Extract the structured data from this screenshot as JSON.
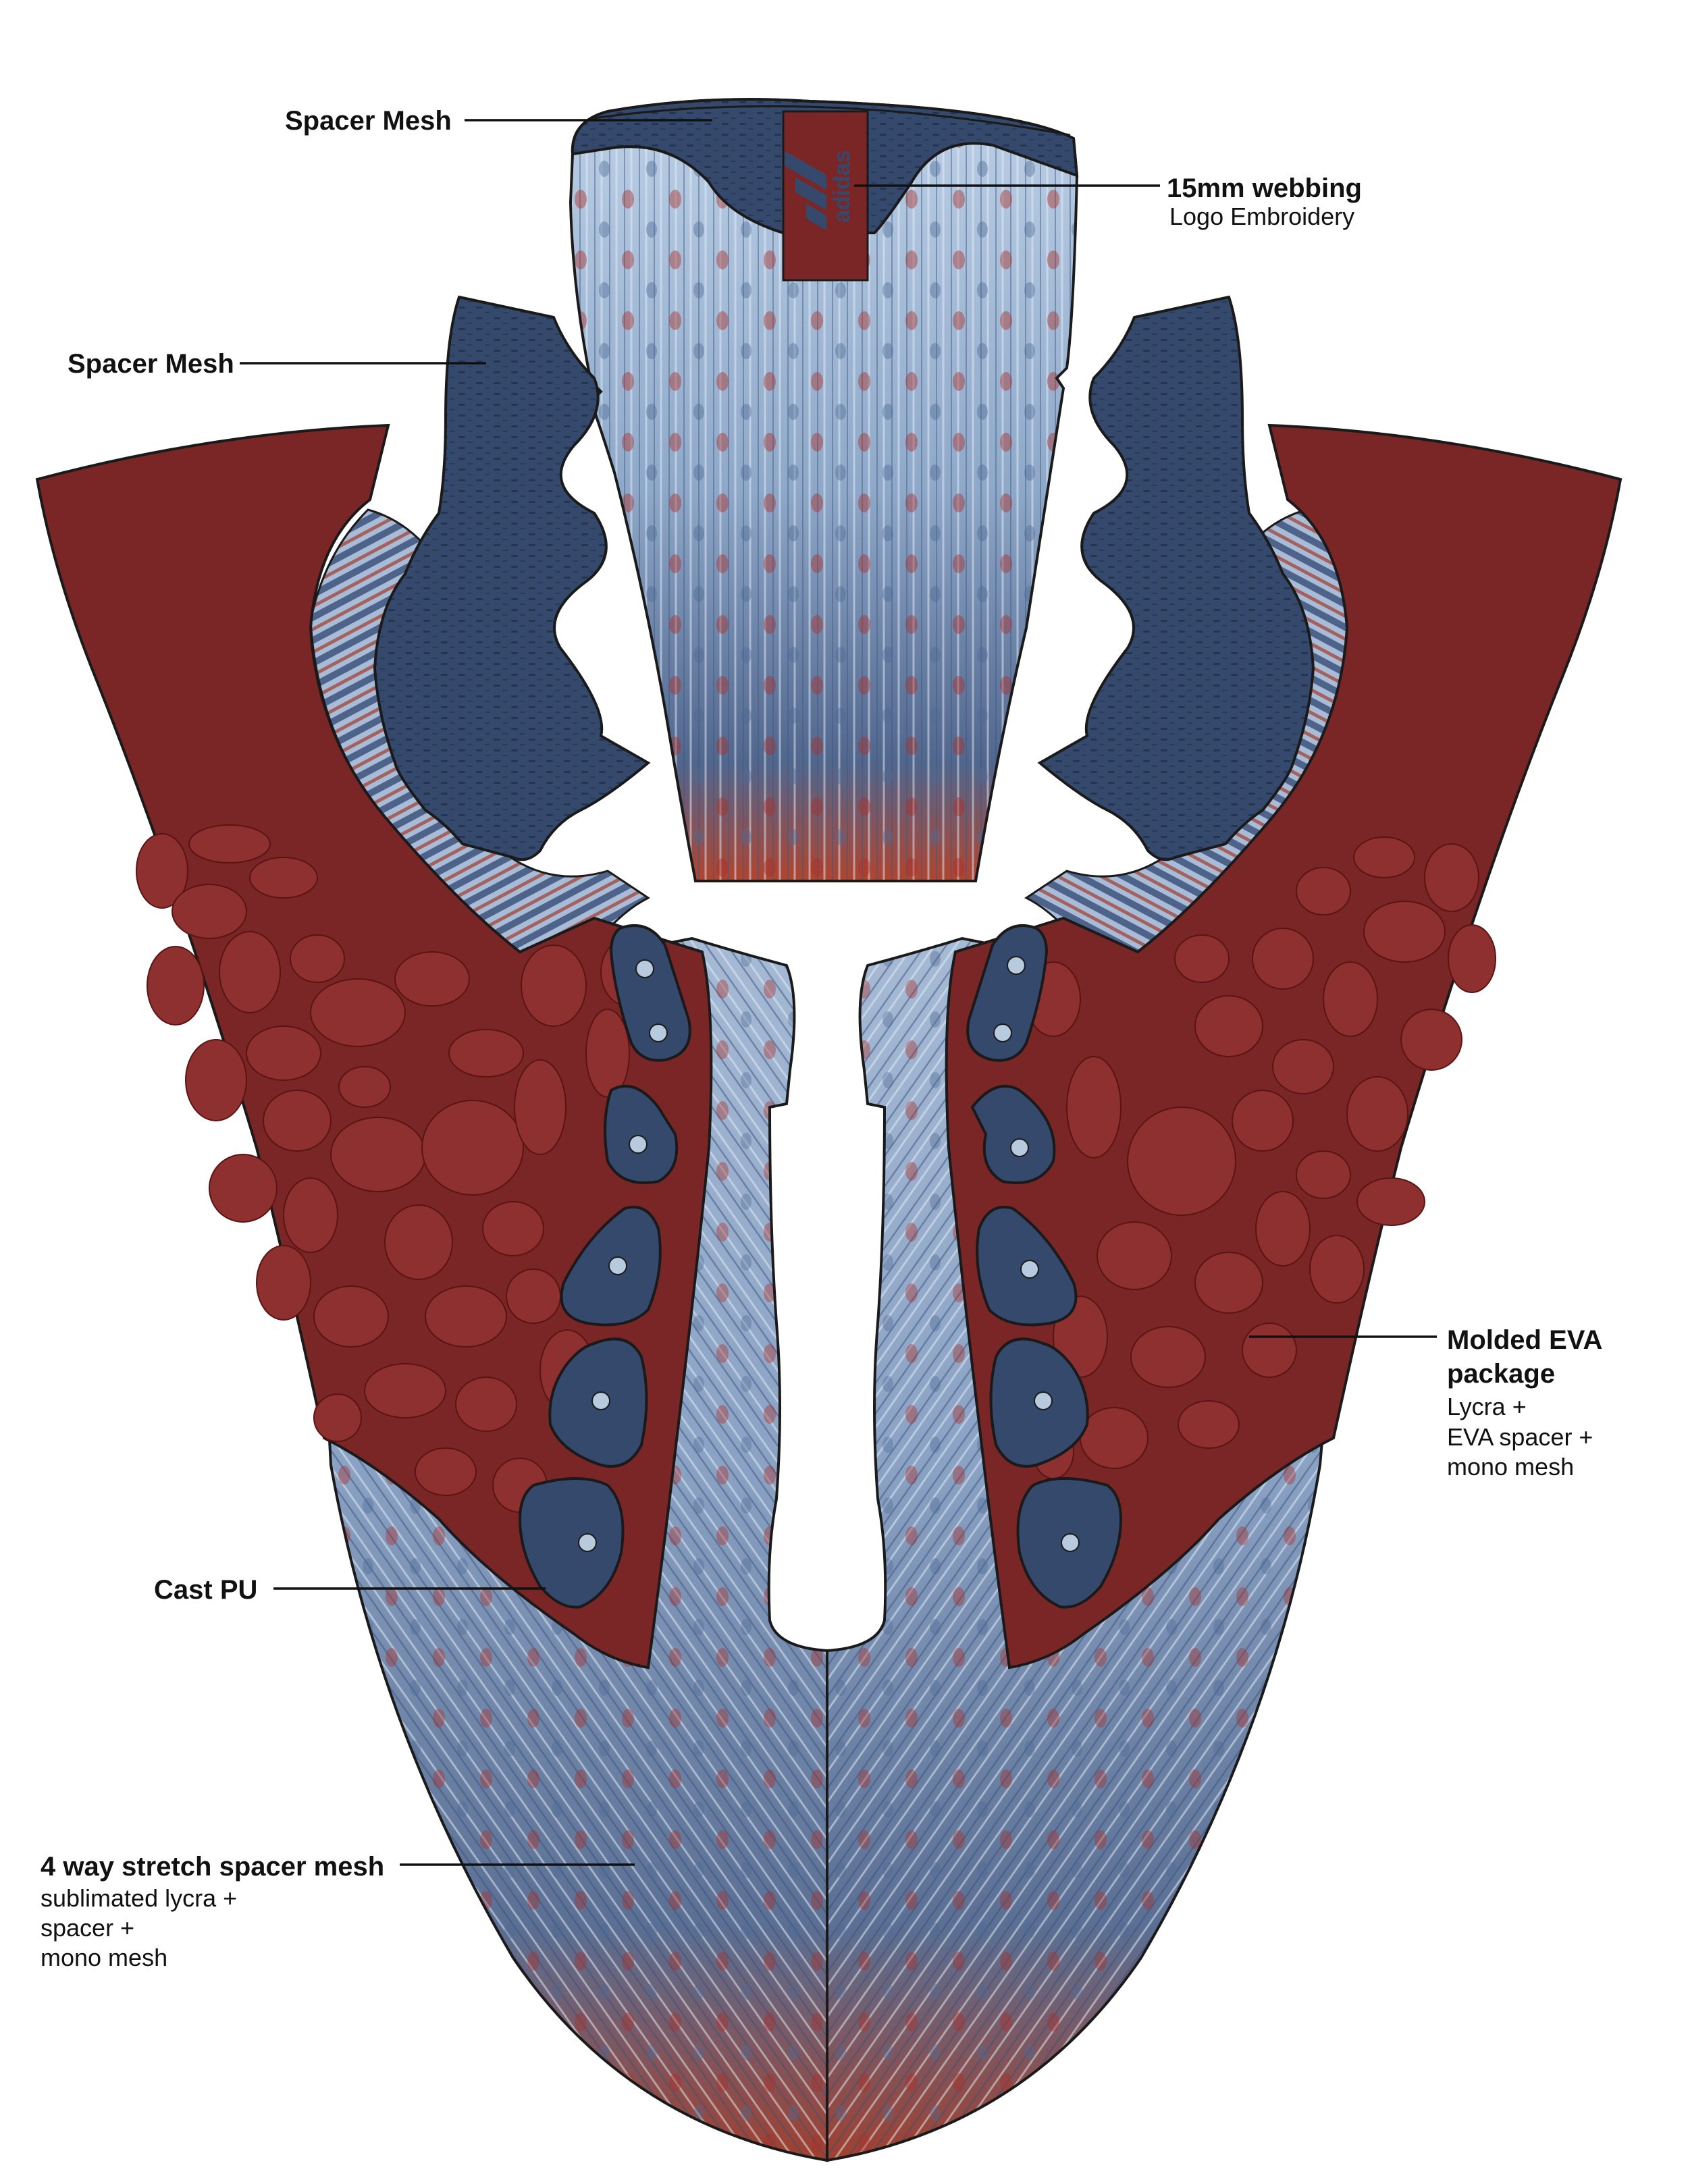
{
  "colors": {
    "background": "#ffffff",
    "maroon": "#7a2626",
    "maroon_spot": "#8e3030",
    "navy": "#34496b",
    "mesh_light": "#a9bfd9",
    "mesh_mid": "#7f98bd",
    "mesh_dark": "#4a5f84",
    "accent_red": "#b4432e",
    "cast_pu_dot": "#b8cadd"
  },
  "logo": {
    "name": "adidas-logo",
    "text": "adidas"
  },
  "callouts": {
    "spacer_mesh_top": {
      "title": "Spacer Mesh"
    },
    "webbing": {
      "title": "15mm webbing",
      "subtitle": "Logo Embroidery"
    },
    "spacer_mesh_side": {
      "title": "Spacer Mesh"
    },
    "molded_eva": {
      "title_line1": "Molded EVA",
      "title_line2": "package",
      "note_line1": "Lycra +",
      "note_line2": "EVA spacer +",
      "note_line3": "mono mesh"
    },
    "cast_pu": {
      "title": "Cast PU"
    },
    "stretch_mesh": {
      "title": "4 way stretch spacer mesh",
      "note_line1": "sublimated lycra +",
      "note_line2": "spacer +",
      "note_line3": "mono mesh"
    }
  }
}
